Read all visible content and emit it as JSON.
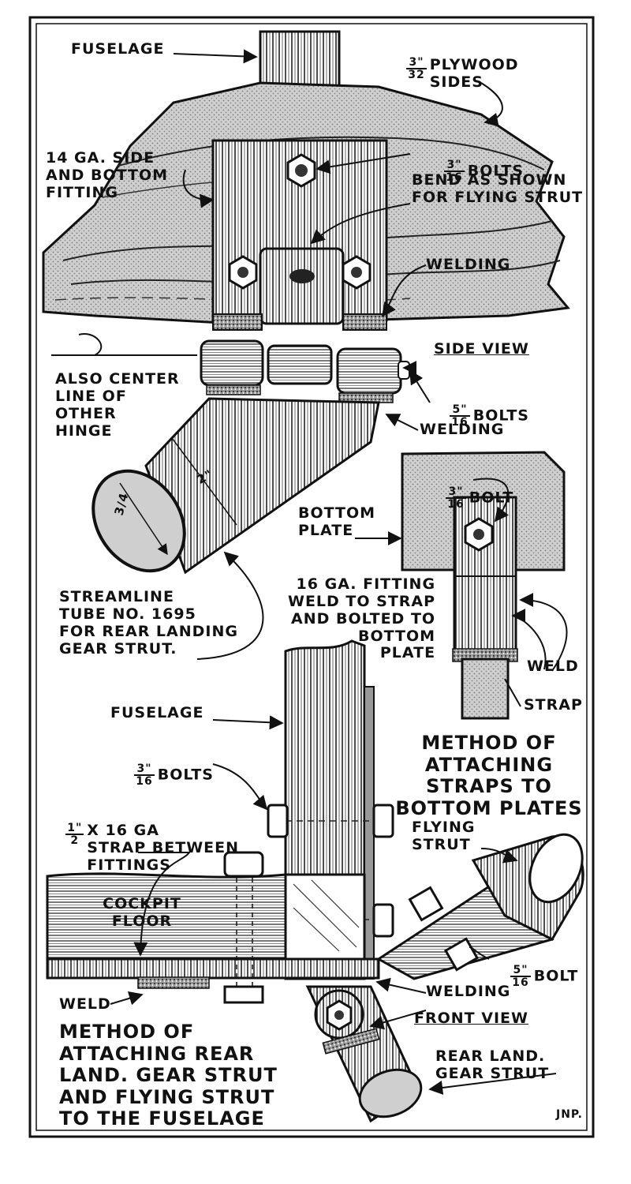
{
  "labels": {
    "fuselage_top": "FUSELAGE",
    "plywood_frac_num": "3\"",
    "plywood_frac_den": "32",
    "plywood_text": "PLYWOOD\nSIDES",
    "side_fitting": "14 GA. SIDE\nAND BOTTOM\nFITTING",
    "bolts_top_num": "3\"",
    "bolts_top_den": "16",
    "bolts_top_text": "BOLTS",
    "bend_note": "BEND AS SHOWN\nFOR FLYING STRUT",
    "welding_top": "WELDING",
    "side_view": "SIDE VIEW",
    "also_center": "ALSO CENTER\nLINE OF\nOTHER\nHINGE",
    "bolts_mid_num": "5\"",
    "bolts_mid_den": "16",
    "bolts_mid_text": "BOLTS",
    "welding_mid": "WELDING",
    "dim_34": "3/4",
    "dim_2": "2\"",
    "bolt_plate_num": "3\"",
    "bolt_plate_den": "16",
    "bolt_plate_text": "BOLT",
    "bottom_plate": "BOTTOM\nPLATE",
    "streamline": "STREAMLINE\nTUBE NO. 1695\nFOR REAR LANDING\nGEAR STRUT.",
    "fitting_16": "16 GA. FITTING\nWELD TO STRAP\nAND BOLTED TO\nBOTTOM\nPLATE",
    "weld_right": "WELD",
    "strap": "STRAP",
    "fuselage_mid": "FUSELAGE",
    "bolts_low_num": "3\"",
    "bolts_low_den": "16",
    "bolts_low_text": "BOLTS",
    "method_straps": "METHOD OF\nATTACHING\nSTRAPS TO\nBOTTOM PLATES",
    "strap_between_num": "1\"",
    "strap_between_den": "2",
    "strap_between_text": "X 16 GA\nSTRAP BETWEEN\nFITTINGS",
    "flying_strut": "FLYING\nSTRUT",
    "cockpit_floor": "COCKPIT\nFLOOR",
    "bolt_low_num": "5\"",
    "bolt_low_den": "16",
    "bolt_low_text": "BOLT",
    "weld_left": "WELD",
    "welding_low": "WELDING",
    "front_view": "FRONT VIEW",
    "method_rear": "METHOD OF\nATTACHING REAR\nLAND. GEAR STRUT\nAND FLYING STRUT\nTO THE FUSELAGE",
    "rear_land": "REAR LAND.\nGEAR STRUT",
    "signature": "JNP."
  }
}
